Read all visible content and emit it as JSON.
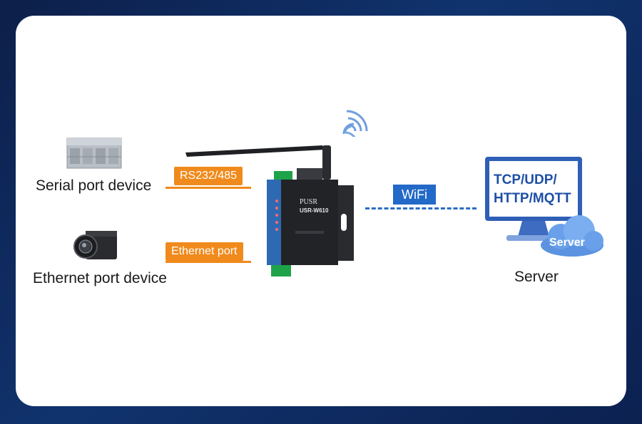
{
  "diagram": {
    "serial_device_label": "Serial port device",
    "ethernet_device_label": "Ethernet port device",
    "rs232_tag": "RS232/485",
    "ethernet_tag": "Ethernet port",
    "wifi_tag": "WiFi",
    "server_label": "Server",
    "monitor_text_line1": "TCP/UDP/",
    "monitor_text_line2": "HTTP/MQTT",
    "cloud_label": "Server",
    "device_brand": "PUSR",
    "device_model": "USR-W610"
  },
  "colors": {
    "orange": "#f08a1c",
    "blue": "#2369c8",
    "background": "#0d1f4a"
  }
}
